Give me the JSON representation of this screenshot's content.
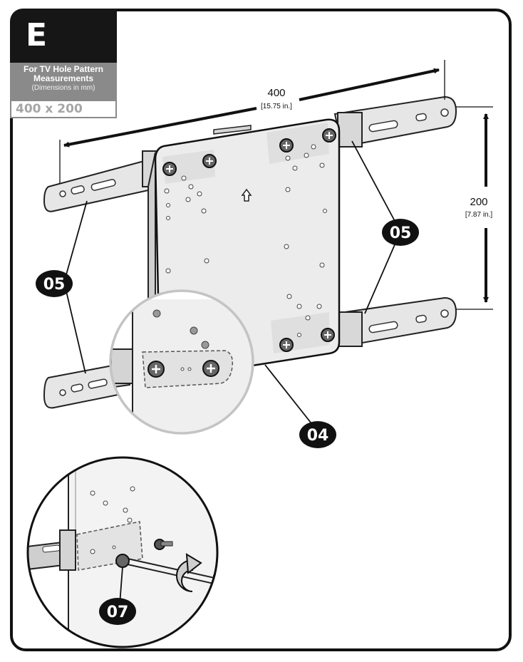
{
  "step": {
    "letter": "E",
    "caption_line1": "For TV Hole Pattern",
    "caption_line2": "Measurements",
    "caption_line3": "(Dimensions in mm)",
    "pattern": "400 x 200"
  },
  "dimensions": {
    "width_value": "400",
    "width_inches": "[15.75 in.]",
    "height_value": "200",
    "height_inches": "[7.87 in.]"
  },
  "callouts": {
    "arm_left": "05",
    "arm_right": "05",
    "plate": "04",
    "spacer": "07"
  },
  "colors": {
    "ink": "#111111",
    "step_bg": "#161616",
    "caption_bg": "#8a8a8a",
    "pattern_text": "#a5a5a5",
    "part_fill": "#e8e8e8",
    "magnifier_ring": "#c4c4c4"
  },
  "icons": [
    "arrow-up-icon",
    "rotate-arrow-icon",
    "screw-icon"
  ]
}
